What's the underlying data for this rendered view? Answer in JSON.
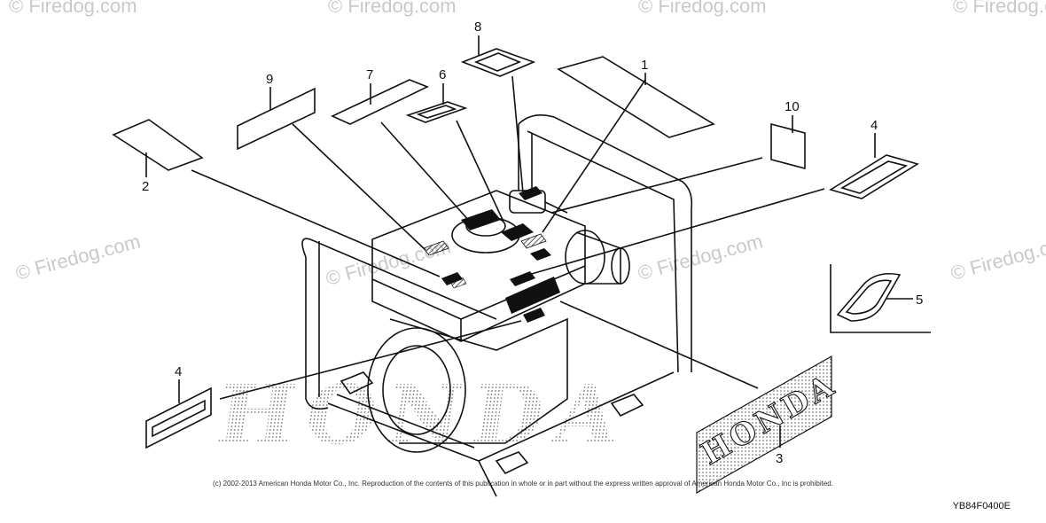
{
  "watermark": {
    "text": "© Firedog.com"
  },
  "callouts": [
    "1",
    "2",
    "3",
    "4",
    "4",
    "5",
    "6",
    "7",
    "8",
    "9",
    "10"
  ],
  "brand": {
    "label_text": "HONDA",
    "body_text": "HONDA"
  },
  "footer": {
    "copyright": "(c) 2002-2013 American Honda Motor Co., Inc. Reproduction of the contents of this publication in whole or in part without the express written approval of American Honda Motor Co., Inc is prohibited.",
    "diagram_code": "YB84F0400E"
  }
}
